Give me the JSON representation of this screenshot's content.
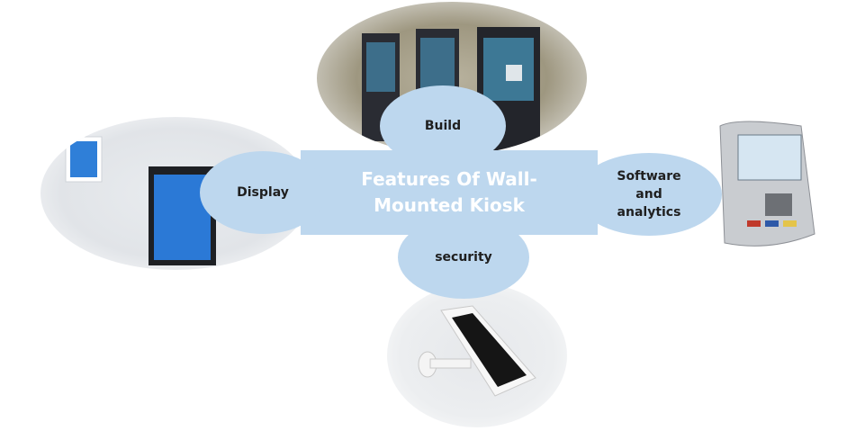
{
  "diagram": {
    "title": "Features Of Wall-Mounted Kiosk",
    "title_line1": "Features Of Wall-",
    "title_line2": "Mounted Kiosk",
    "features": {
      "top": "Build",
      "left": "Display",
      "right_line1": "Software",
      "right_line2": "and",
      "right_line3": "analytics",
      "bottom": "security"
    }
  },
  "colors": {
    "shape_fill": "#bdd7ee",
    "center_text": "#ffffff",
    "bubble_text": "#1f1f1f"
  }
}
